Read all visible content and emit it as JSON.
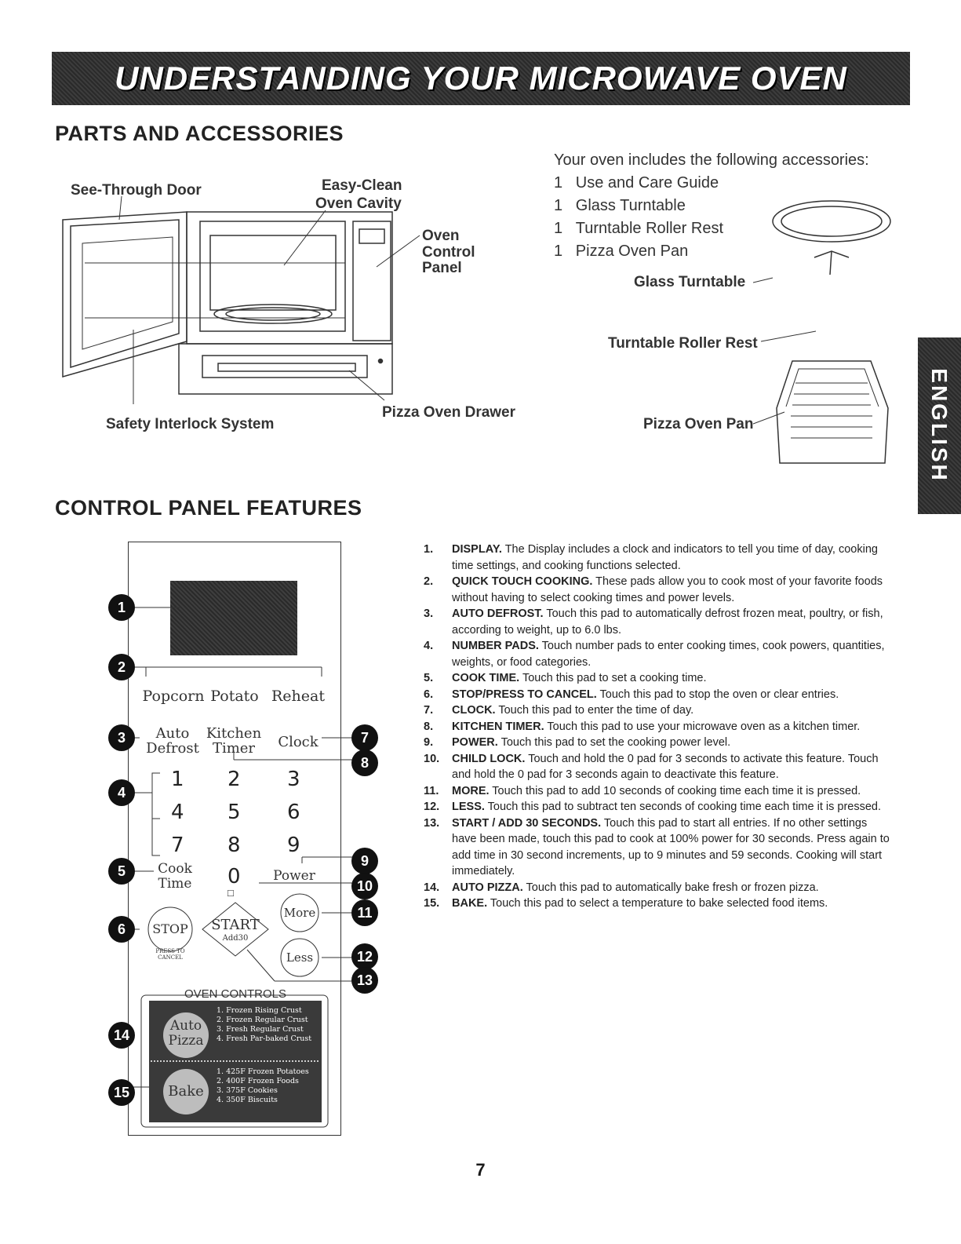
{
  "banner": {
    "title": "UNDERSTANDING YOUR MICROWAVE OVEN"
  },
  "parts": {
    "heading": "PARTS AND ACCESSORIES",
    "labels": {
      "door": "See-Through Door",
      "cavity_1": "Easy-Clean",
      "cavity_2": "Oven Cavity",
      "control_1": "Oven",
      "control_2": "Control",
      "control_3": "Panel",
      "interlock": "Safety Interlock System",
      "drawer": "Pizza Oven Drawer"
    },
    "accessories_intro": "Your oven includes the following accessories:",
    "accessories": [
      {
        "qty": "1",
        "name": "Use and Care Guide"
      },
      {
        "qty": "1",
        "name": "Glass Turntable"
      },
      {
        "qty": "1",
        "name": "Turntable Roller Rest"
      },
      {
        "qty": "1",
        "name": "Pizza Oven Pan"
      }
    ],
    "accessory_labels": {
      "turntable": "Glass Turntable",
      "roller": "Turntable Roller Rest",
      "pan": "Pizza Oven Pan"
    }
  },
  "side_tab": "ENGLISH",
  "control": {
    "heading": "CONTROL PANEL FEATURES",
    "pads": {
      "popcorn": "Popcorn",
      "potato": "Potato",
      "reheat": "Reheat",
      "auto_1": "Auto",
      "auto_2": "Defrost",
      "kitchen_1": "Kitchen",
      "kitchen_2": "Timer",
      "clock": "Clock",
      "cook_1": "Cook",
      "cook_2": "Time",
      "power": "Power",
      "more": "More",
      "less": "Less",
      "stop": "STOP",
      "press_to_cancel": "PRESS TO CANCEL",
      "start": "START",
      "add30": "Add30",
      "oven_controls": "OVEN CONTROLS",
      "autopizza_1": "Auto",
      "autopizza_2": "Pizza",
      "bake": "Bake"
    },
    "numbers": [
      "1",
      "2",
      "3",
      "4",
      "5",
      "6",
      "7",
      "8",
      "9",
      "0"
    ],
    "pizza_list": [
      "1. Frozen Rising Crust",
      "2. Frozen Regular Crust",
      "3. Fresh Regular Crust",
      "4. Fresh Par-baked Crust"
    ],
    "bake_list": [
      "1. 425F  Frozen Potatoes",
      "2. 400F  Frozen Foods",
      "3. 375F  Cookies",
      "4. 350F  Biscuits"
    ],
    "badges": [
      "1",
      "2",
      "3",
      "4",
      "5",
      "6",
      "7",
      "8",
      "9",
      "10",
      "11",
      "12",
      "13",
      "14",
      "15"
    ]
  },
  "features": [
    {
      "n": "1.",
      "term": "DISPLAY.",
      "text": " The Display includes a clock and indicators to tell you time of day, cooking time settings, and cooking functions selected."
    },
    {
      "n": "2.",
      "term": "QUICK TOUCH COOKING.",
      "text": " These pads allow you to cook most of your favorite foods without having to select cooking times and power levels."
    },
    {
      "n": "3.",
      "term": "AUTO DEFROST.",
      "text": " Touch this pad to automatically defrost frozen meat, poultry, or fish, according to weight, up to 6.0 lbs."
    },
    {
      "n": "4.",
      "term": "NUMBER PADS.",
      "text": " Touch number pads to enter cooking times, cook powers, quantities, weights, or food categories."
    },
    {
      "n": "5.",
      "term": "COOK TIME.",
      "text": " Touch this pad to set a cooking time."
    },
    {
      "n": "6.",
      "term": "STOP/PRESS TO CANCEL.",
      "text": " Touch this pad to stop the oven or clear entries."
    },
    {
      "n": "7.",
      "term": "CLOCK.",
      "text": " Touch this pad to enter the time of day."
    },
    {
      "n": "8.",
      "term": "KITCHEN TIMER.",
      "text": " Touch this pad to use your microwave oven as a kitchen timer."
    },
    {
      "n": "9.",
      "term": "POWER.",
      "text": " Touch this pad to set the cooking power level."
    },
    {
      "n": "10.",
      "term": "CHILD LOCK.",
      "text": " Touch and hold the 0 pad for 3 seconds to activate this feature. Touch and hold the 0 pad for 3 seconds again to deactivate this feature."
    },
    {
      "n": "11.",
      "term": "MORE.",
      "text": " Touch this pad to add 10 seconds of cooking time each time it is pressed."
    },
    {
      "n": "12.",
      "term": "LESS.",
      "text": " Touch this pad to subtract ten seconds of cooking time each time it is pressed."
    },
    {
      "n": "13.",
      "term": "START / ADD 30 SECONDS.",
      "text": " Touch this pad to start all entries. If no other settings have been made, touch this pad to cook at 100% power for 30 seconds. Press again to add time in 30 second increments, up to 9 minutes and 59 seconds. Cooking will start immediately."
    },
    {
      "n": "14.",
      "term": "AUTO PIZZA.",
      "text": " Touch this pad to automatically bake fresh or frozen pizza."
    },
    {
      "n": "15.",
      "term": "BAKE.",
      "text": " Touch this pad to select a temperature to bake selected food items."
    }
  ],
  "page_number": "7"
}
